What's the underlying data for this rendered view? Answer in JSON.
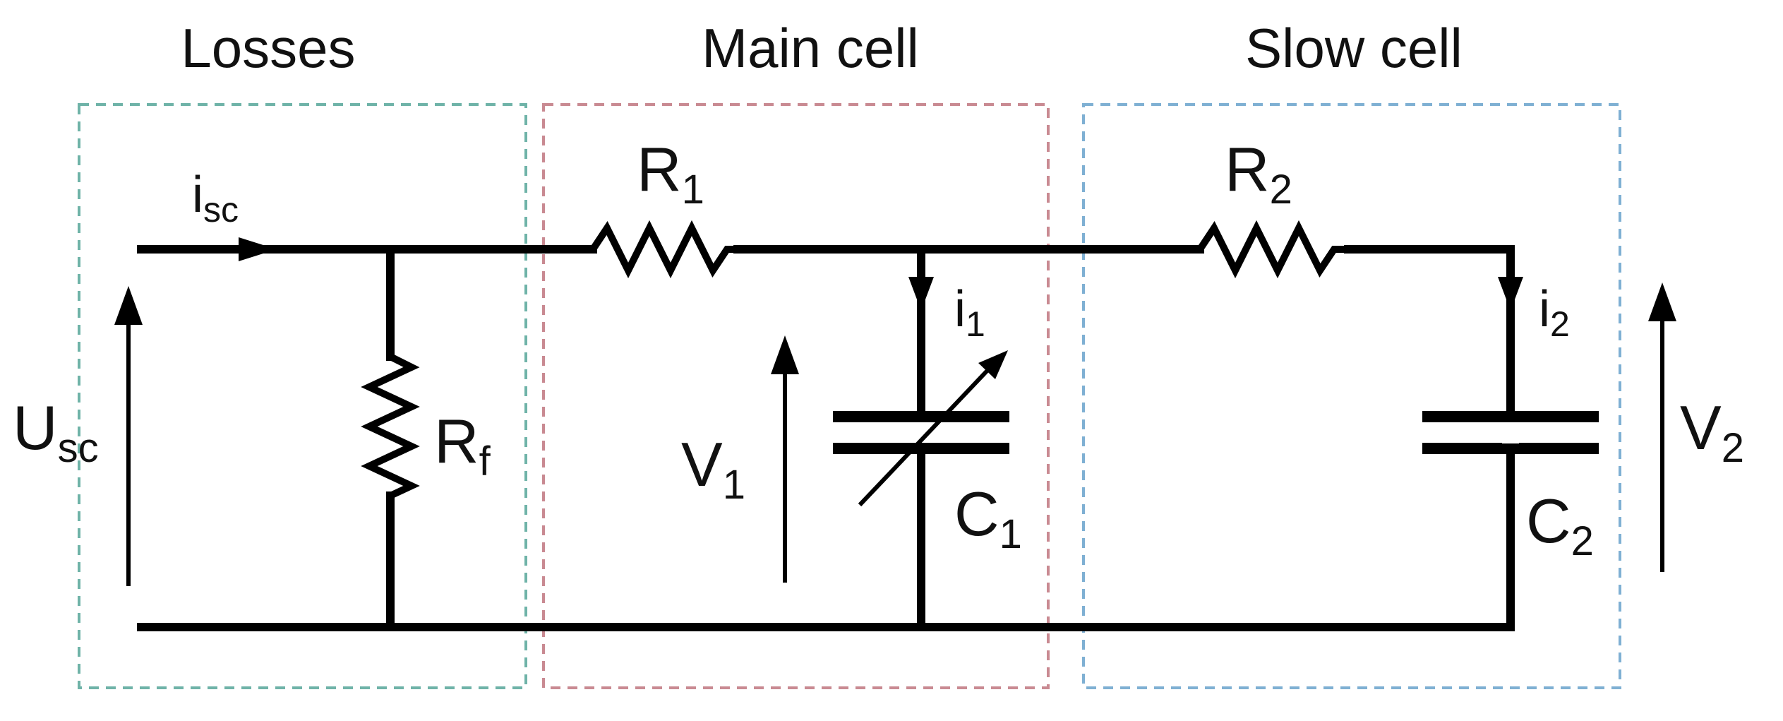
{
  "sections": {
    "losses": {
      "title": "Losses",
      "color": "#6fb3a8"
    },
    "main": {
      "title": "Main cell",
      "color": "#c98a92"
    },
    "slow": {
      "title": "Slow cell",
      "color": "#7fb0d3"
    }
  },
  "labels": {
    "isc": {
      "main": "i",
      "sub": "sc"
    },
    "usc": {
      "main": "U",
      "sub": "sc"
    },
    "rf": {
      "main": "R",
      "sub": "f"
    },
    "r1": {
      "main": "R",
      "sub": "1"
    },
    "r2": {
      "main": "R",
      "sub": "2"
    },
    "v1": {
      "main": "V",
      "sub": "1"
    },
    "v2": {
      "main": "V",
      "sub": "2"
    },
    "i1": {
      "main": "i",
      "sub": "1"
    },
    "i2": {
      "main": "i",
      "sub": "2"
    },
    "c1": {
      "main": "C",
      "sub": "1"
    },
    "c2": {
      "main": "C",
      "sub": "2"
    }
  }
}
